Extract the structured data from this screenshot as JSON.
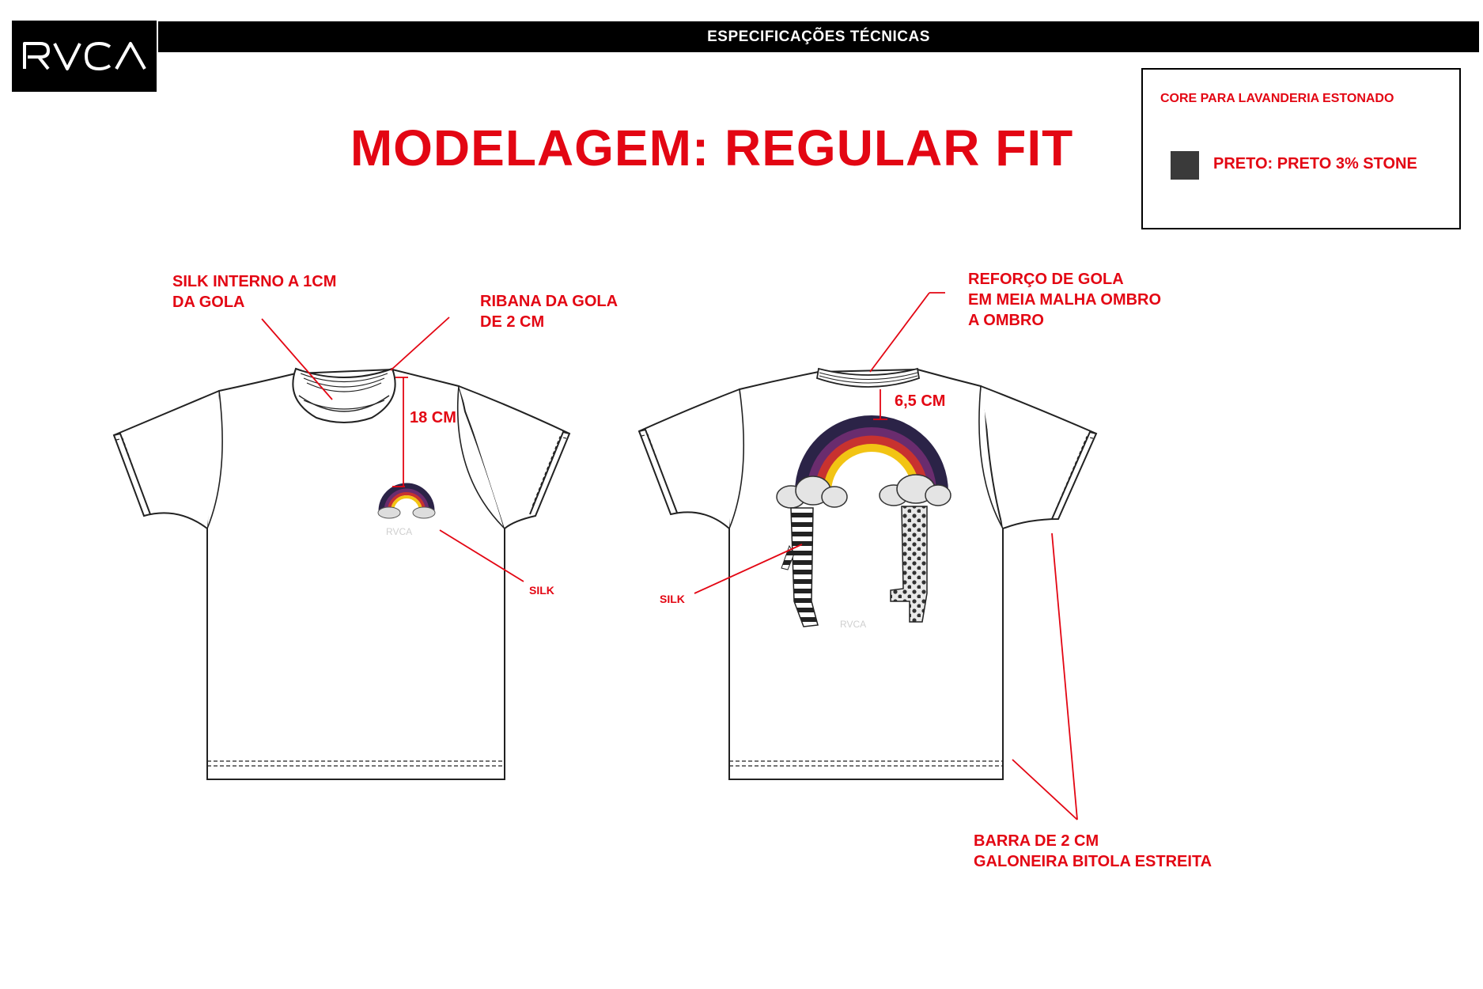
{
  "logo": {
    "text": "RVCA"
  },
  "header": {
    "title": "ESPECIFICAÇÕES TÉCNICAS"
  },
  "main_title": "MODELAGEM: REGULAR FIT",
  "color_box": {
    "title": "CORE PARA LAVANDERIA ESTONADO",
    "swatch_color": "#3a3a3a",
    "color_label": "PRETO: PRETO 3% STONE"
  },
  "front": {
    "silk_interno": [
      "SILK INTERNO A 1CM",
      "DA GOLA"
    ],
    "ribana": [
      "RIBANA DA GOLA",
      "DE 2 CM"
    ],
    "measure": "18 CM",
    "silk": "SILK",
    "print_logo": "RVCA"
  },
  "back": {
    "reforco": [
      "REFORÇO DE GOLA",
      "EM MEIA MALHA OMBRO",
      "A OMBRO"
    ],
    "measure": "6,5 CM",
    "silk": "SILK",
    "print_logo": "RVCA",
    "barra": [
      "BARRA DE 2 CM",
      "GALONEIRA BITOLA ESTREITA"
    ]
  },
  "colors": {
    "accent_red": "#e30613",
    "rainbow_outer": "#2b2347",
    "rainbow_purple": "#6a2c6e",
    "rainbow_red": "#c8322f",
    "rainbow_yellow": "#f2c414"
  }
}
